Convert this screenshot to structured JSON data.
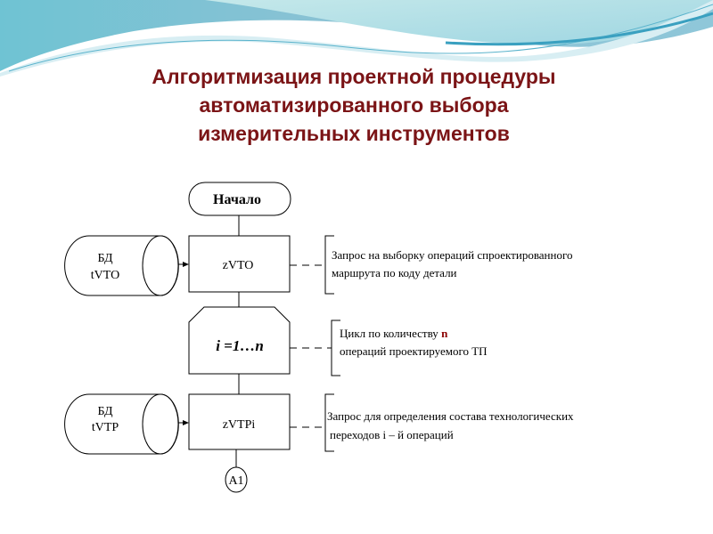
{
  "title": {
    "lines": [
      "Алгоритмизация проектной процедуры",
      "автоматизированного выбора",
      "измерительных инструментов"
    ]
  },
  "flowchart": {
    "start": "Начало",
    "db1": {
      "line1": "БД",
      "line2": "tVTO"
    },
    "step1": "zVTO",
    "loop": "i =1…n",
    "db2": {
      "line1": "БД",
      "line2": "tVTP"
    },
    "step2": "zVTPi",
    "connector": "A1"
  },
  "comments": {
    "c1": {
      "line1": "Запрос на выборку операций спроектированного",
      "line2": "маршрута по коду детали"
    },
    "c2": {
      "line1_prefix": "Цикл по количеству ",
      "line1_var": "n",
      "line2": "операций проектируемого ТП"
    },
    "c3": {
      "line1": "Запрос для определения состава технологических",
      "line2": "переходов i – й  операций"
    }
  },
  "colors": {
    "title": "#7b1416",
    "accent_var": "#8b0000",
    "wave": "#7fc4d6"
  }
}
